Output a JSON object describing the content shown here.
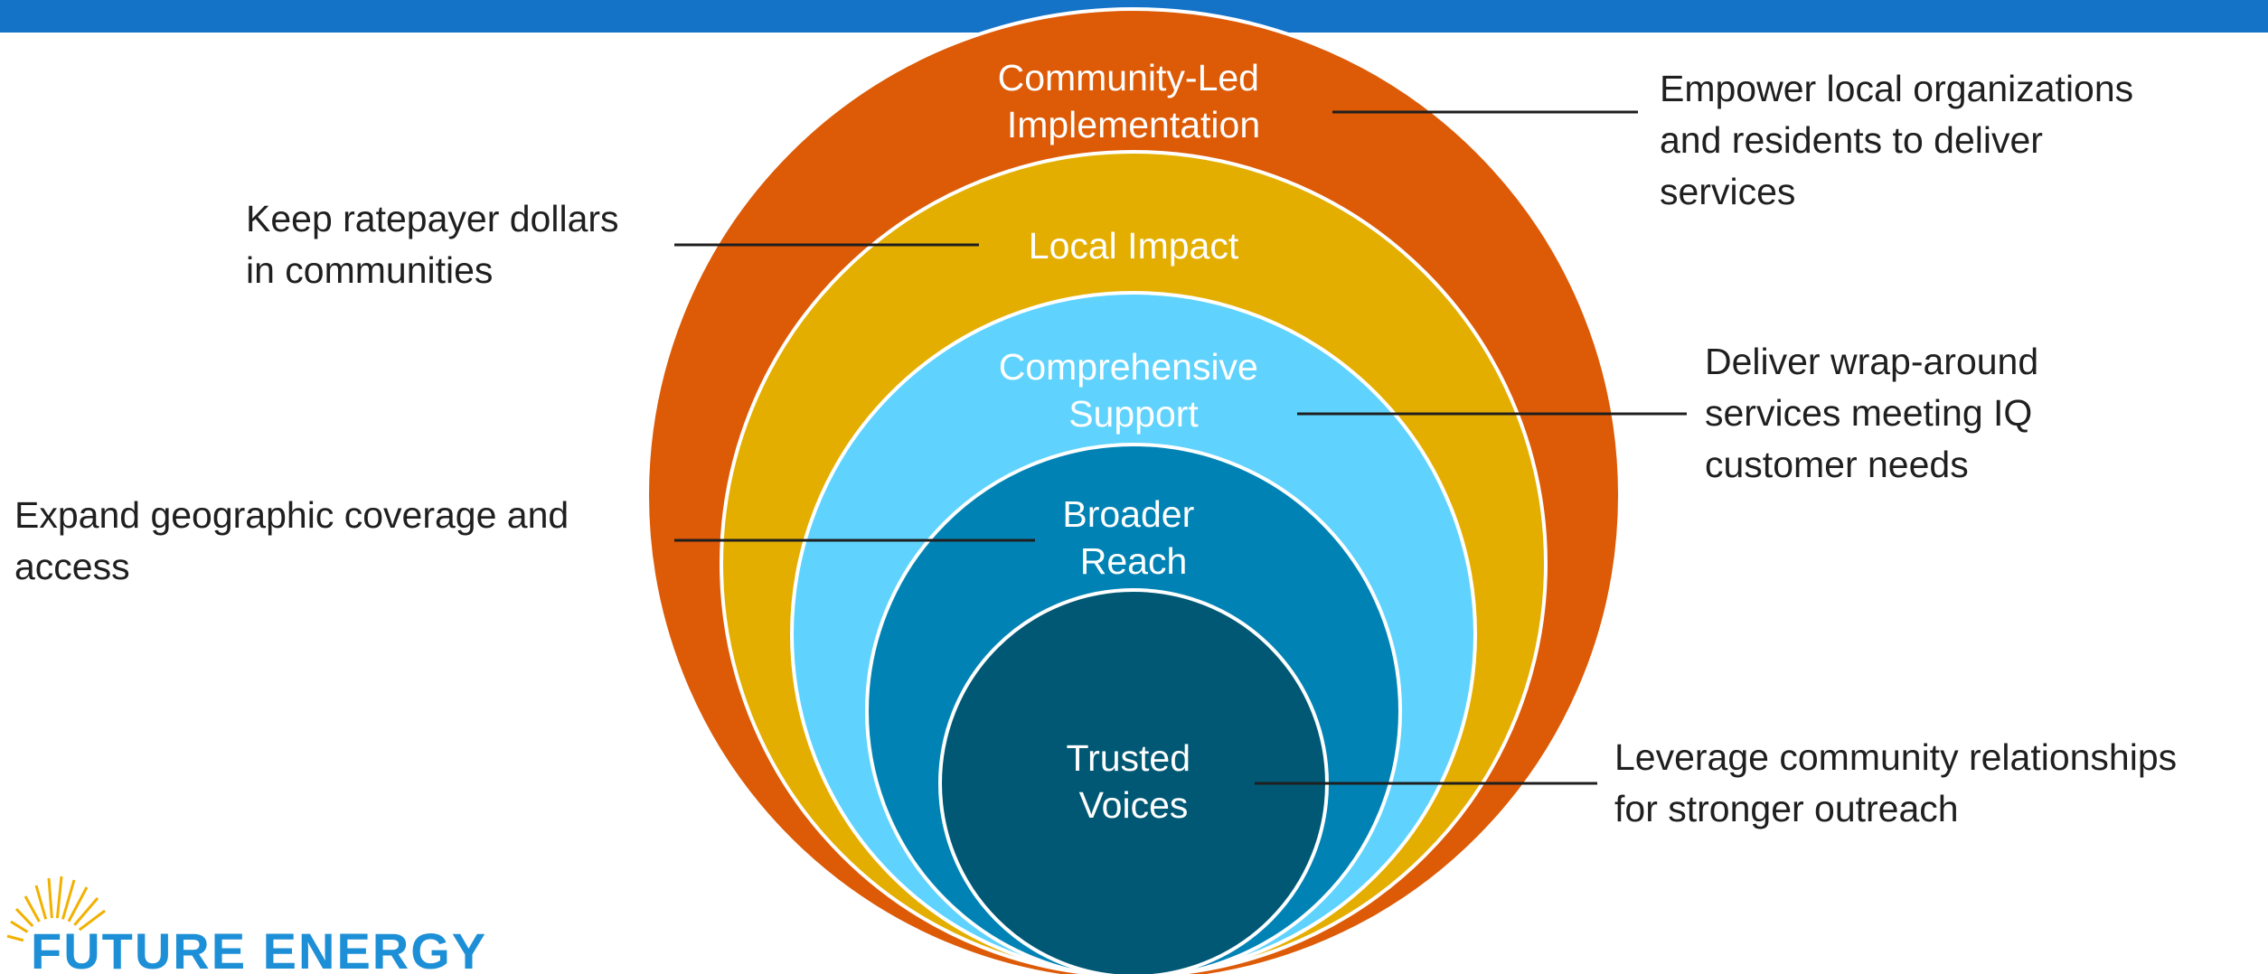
{
  "colors": {
    "top_bar": "#1573c7",
    "community_led": "#dd5a06",
    "local_impact": "#e4ae00",
    "comprehensive_support": "#5fd3fd",
    "broader_reach": "#0083b4",
    "trusted_voices": "#005874",
    "logo_text": "#1d8fd6",
    "logo_sun": "#f2b100"
  },
  "rings": [
    {
      "line1": "Community-Led",
      "line2": "Implementation"
    },
    {
      "line1": "Local Impact"
    },
    {
      "line1": "Comprehensive",
      "line2": "Support"
    },
    {
      "line1": "Broader",
      "line2": "Reach"
    },
    {
      "line1": "Trusted",
      "line2": "Voices"
    }
  ],
  "callouts": {
    "community_led": [
      "Empower local organizations",
      "and residents to deliver",
      "services"
    ],
    "local_impact": [
      "Keep ratepayer dollars",
      "in communities"
    ],
    "comprehensive_support": [
      "Deliver wrap-around",
      "services meeting IQ",
      "customer needs"
    ],
    "broader_reach": [
      "Expand geographic coverage and",
      "access"
    ],
    "trusted_voices": [
      "Leverage community relationships",
      "for stronger outreach"
    ]
  },
  "logo": {
    "text": "FUTURE ENERGY"
  }
}
